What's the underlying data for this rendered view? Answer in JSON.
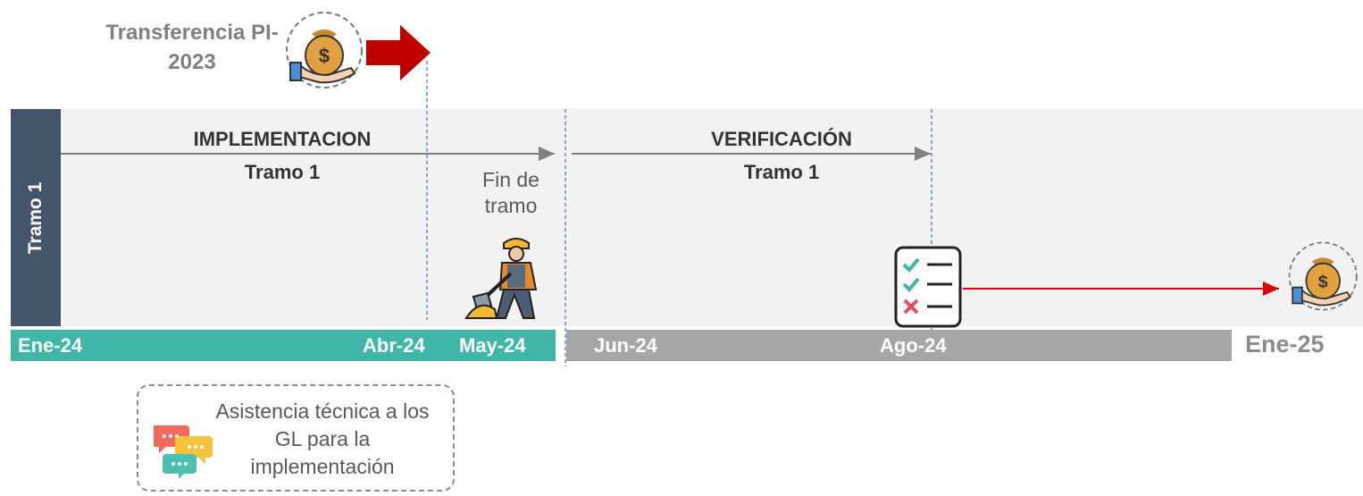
{
  "transfer_label": "Transferencia PI-2023",
  "side_label": "Tramo 1",
  "phases": [
    {
      "title": "IMPLEMENTACION",
      "subtitle": "Tramo 1"
    },
    {
      "title": "VERIFICACIÓN",
      "subtitle": "Tramo 1"
    }
  ],
  "end_of_section_label": "Fin de tramo",
  "months": [
    "Ene-24",
    "Abr-24",
    "May-24",
    "Jun-24",
    "Ago-24",
    "Ene-25"
  ],
  "assistance_label": "Asistencia técnica a los GL para la implementación",
  "colors": {
    "side_band": "#44546a",
    "implementation_bar": "#3fb6a8",
    "verification_bar": "#a6a6a6",
    "transfer_arrow": "#c00000",
    "payment_arrow": "#e00000",
    "money_bag": "#e2a03f"
  },
  "icons": [
    "money-bag-hand-icon",
    "red-arrow-icon",
    "construction-worker-icon",
    "checklist-icon",
    "chat-bubbles-icon"
  ]
}
